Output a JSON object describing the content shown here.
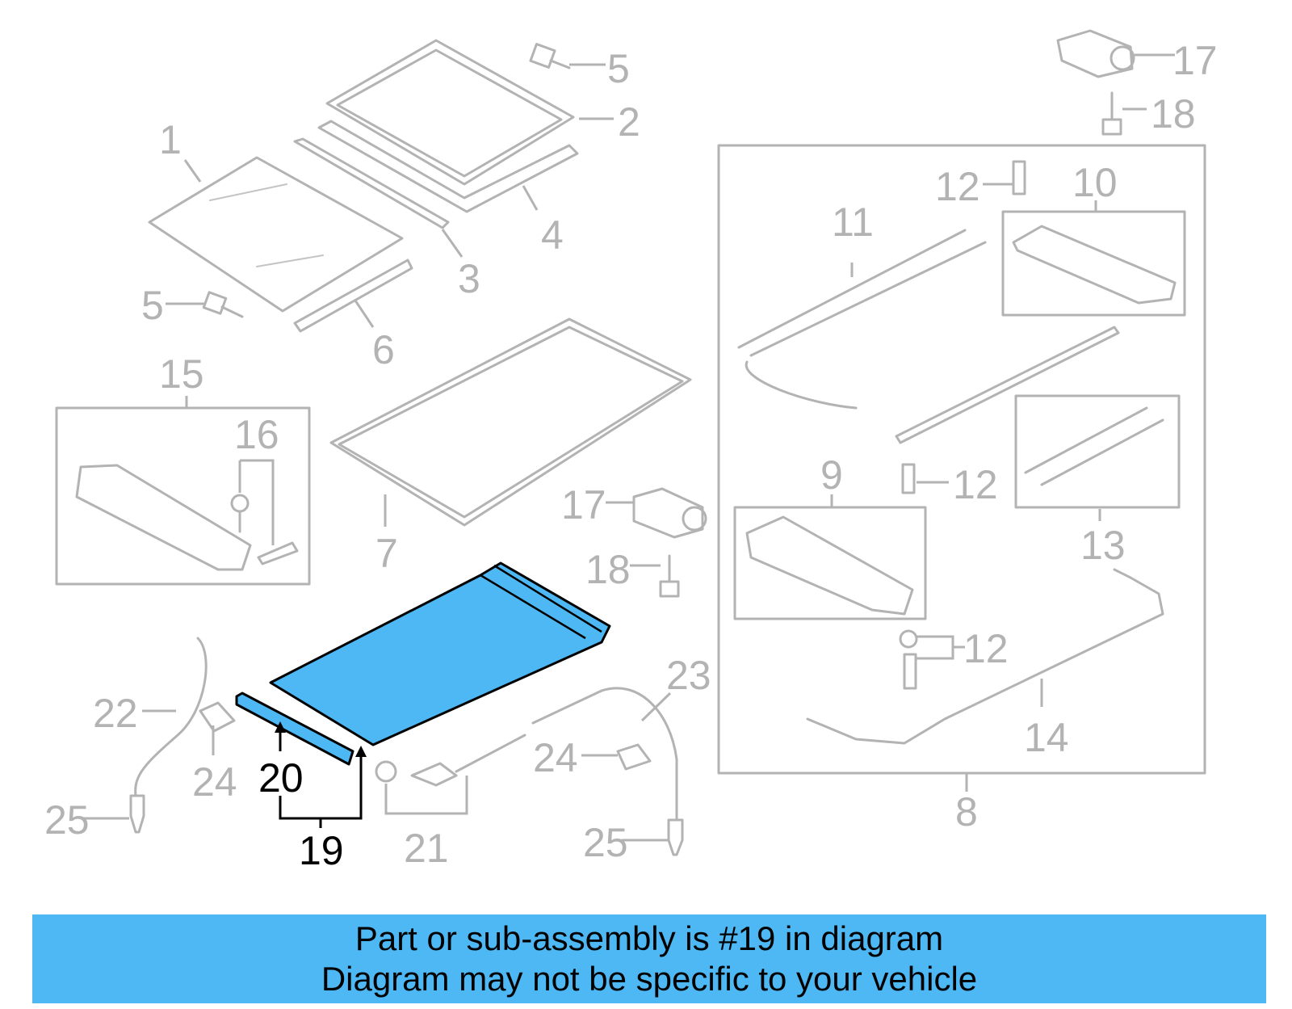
{
  "colors": {
    "part_line": "#b3b3b3",
    "highlight": "#4db8f4",
    "highlight_stroke": "#000000",
    "banner": "#4db8f4"
  },
  "callouts": {
    "n1": "1",
    "n2": "2",
    "n3": "3",
    "n4": "4",
    "n5a": "5",
    "n5b": "5",
    "n6": "6",
    "n7": "7",
    "n8": "8",
    "n9": "9",
    "n10": "10",
    "n11": "11",
    "n12a": "12",
    "n12b": "12",
    "n12c": "12",
    "n13": "13",
    "n14": "14",
    "n15": "15",
    "n16": "16",
    "n17a": "17",
    "n17b": "17",
    "n18a": "18",
    "n18b": "18",
    "n19": "19",
    "n20": "20",
    "n21": "21",
    "n22": "22",
    "n23": "23",
    "n24a": "24",
    "n24b": "24",
    "n25a": "25",
    "n25b": "25"
  },
  "highlighted_part": "19",
  "banner": {
    "line1": "Part or sub-assembly is #19 in diagram",
    "line2": "Diagram may not be specific to your vehicle"
  }
}
